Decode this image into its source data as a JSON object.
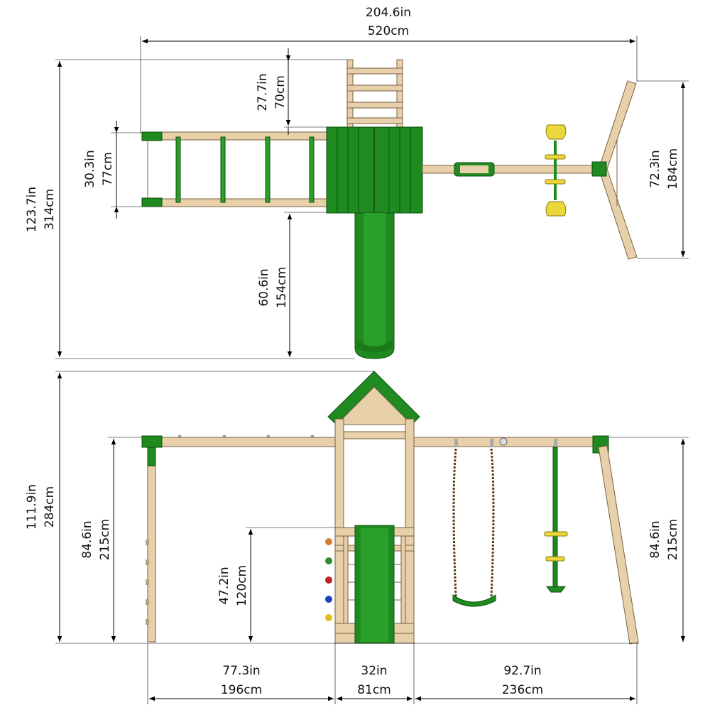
{
  "dimensions": {
    "top_total_width_in": "204.6in",
    "top_total_width_cm": "520cm",
    "top_total_depth_in": "123.7in",
    "top_total_depth_cm": "314cm",
    "ladder_depth_in": "27.7in",
    "ladder_depth_cm": "70cm",
    "monkey_bar_width_in": "30.3in",
    "monkey_bar_width_cm": "77cm",
    "slide_length_in": "60.6in",
    "slide_length_cm": "154cm",
    "a_frame_width_in": "72.3in",
    "a_frame_width_cm": "184cm",
    "total_height_in": "111.9in",
    "total_height_cm": "284cm",
    "beam_height_left_in": "84.6in",
    "beam_height_left_cm": "215cm",
    "platform_height_in": "47.2in",
    "platform_height_cm": "120cm",
    "beam_height_right_in": "84.6in",
    "beam_height_right_cm": "215cm",
    "monkey_bar_length_in": "77.3in",
    "monkey_bar_length_cm": "196cm",
    "tower_width_in": "32in",
    "tower_width_cm": "81cm",
    "swing_length_in": "92.7in",
    "swing_length_cm": "236cm"
  },
  "colors": {
    "wood": "#e7d0aa",
    "green": "#1f8a1f",
    "yellow": "#ecd73a"
  }
}
